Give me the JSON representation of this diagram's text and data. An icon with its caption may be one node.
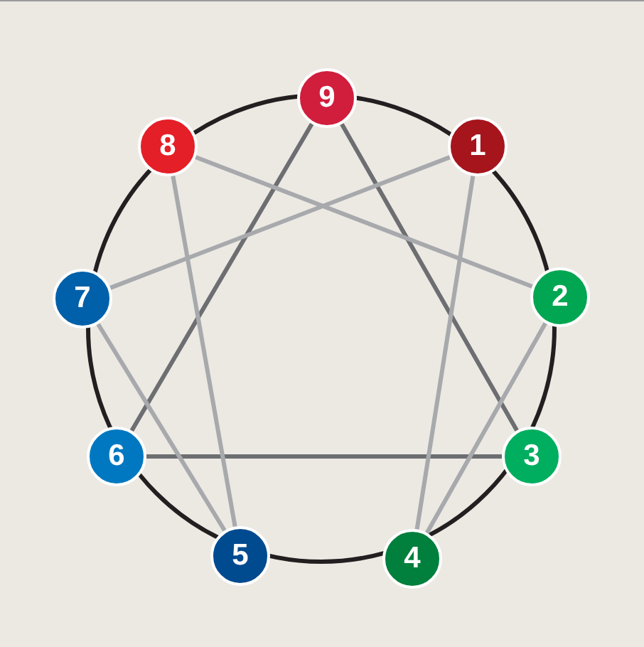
{
  "diagram": {
    "nodes": [
      {
        "text": [
          "9"
        ]
      },
      {
        "text": [
          "1"
        ]
      },
      {
        "text": [
          "2"
        ]
      },
      {
        "text": [
          "3"
        ]
      },
      {
        "text": [
          "4"
        ]
      },
      {
        "text": [
          "5"
        ]
      },
      {
        "text": [
          "6"
        ]
      },
      {
        "text": [
          "7"
        ]
      },
      {
        "text": [
          "8"
        ]
      }
    ],
    "edges": [
      {
        "from": 0,
        "to": 3,
        "arrow": "none",
        "color": "#6d6e71"
      },
      {
        "from": 0,
        "to": 6,
        "arrow": "none",
        "color": "#6d6e71"
      },
      {
        "from": 6,
        "to": 3,
        "arrow": "none",
        "color": "#6d6e71"
      },
      {
        "from": 1,
        "to": 7,
        "arrow": "none"
      },
      {
        "from": 1,
        "to": 4,
        "arrow": "none"
      },
      {
        "from": 8,
        "to": 2,
        "arrow": "none"
      },
      {
        "from": 8,
        "to": 5,
        "arrow": "none"
      },
      {
        "from": 7,
        "to": 5,
        "arrow": "none"
      },
      {
        "from": 2,
        "to": 4,
        "arrow": "none"
      }
    ]
  }
}
